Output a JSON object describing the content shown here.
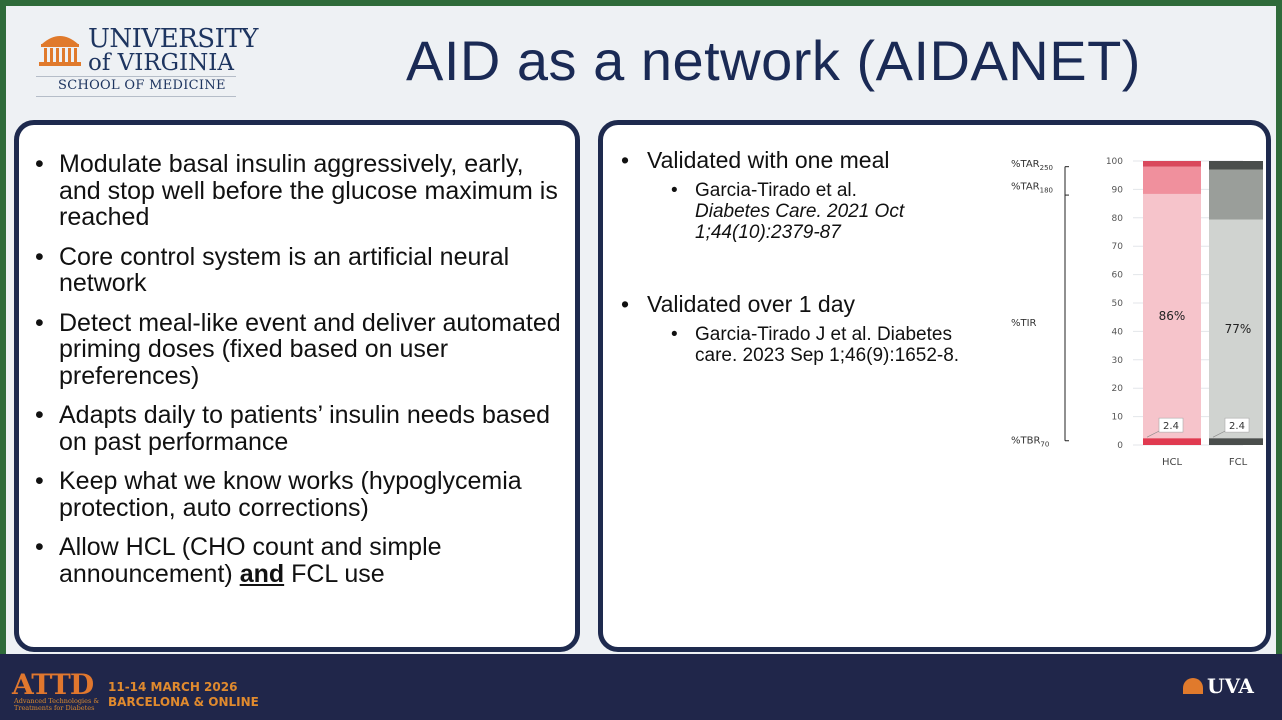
{
  "header": {
    "logo_line1": "UNIVERSITY",
    "logo_line2": "of VIRGINIA",
    "logo_line3": "SCHOOL OF MEDICINE",
    "title": "AID as a network (AIDANET)"
  },
  "left_panel": {
    "bullets": [
      "Modulate basal insulin aggressively, early, and stop well before the glucose maximum is reached",
      "Core control system is an artificial neural network",
      "Detect meal-like event and deliver automated priming doses (fixed based on user preferences)",
      "Adapts daily to patients’ insulin needs based on past performance",
      "Keep what we know works (hypoglycemia protection, auto corrections)"
    ],
    "last_bullet_pre": "Allow HCL (CHO count and simple announcement) ",
    "last_bullet_bold": "and",
    "last_bullet_post": " FCL use"
  },
  "right_panel": {
    "block1_head": "Validated with one meal",
    "block1_ref_plain": "Garcia-Tirado et al.",
    "block1_ref_italic": "Diabetes Care. 2021 Oct 1;44(10):2379-87",
    "block2_head": "Validated over 1 day",
    "block2_ref": "Garcia-Tirado J et al. Diabetes care. 2023 Sep 1;46(9):1652-8."
  },
  "chart_data": {
    "type": "bar",
    "stacked": true,
    "categories": [
      "HCL",
      "FCL"
    ],
    "ylim": [
      0,
      100
    ],
    "yticks": [
      0,
      10,
      20,
      30,
      40,
      50,
      60,
      70,
      80,
      90,
      100
    ],
    "segment_labels": [
      "%TBR70",
      "%TIR",
      "%TAR180",
      "%TAR250"
    ],
    "bars": [
      {
        "category": "HCL",
        "segments": [
          2.4,
          86,
          9.6,
          2
        ],
        "colors": [
          "#e03a50",
          "#f6c4cb",
          "#f0909d",
          "#d9485c"
        ],
        "tir_label": "86%",
        "tbr_label": "2.4"
      },
      {
        "category": "FCL",
        "segments": [
          2.4,
          77,
          17.6,
          3
        ],
        "colors": [
          "#4a4e4c",
          "#d0d3d0",
          "#9a9e9a",
          "#4a4e4c"
        ],
        "tir_label": "77%",
        "tbr_label": "2.4"
      }
    ],
    "grid": true
  },
  "footer": {
    "att_logo": "ATTD",
    "att_subtitle": "Advanced Technologies & Treatments for Diabetes",
    "dates": "11-14 MARCH 2026",
    "location": "BARCELONA & ONLINE",
    "uva_label": "UVA"
  },
  "colors": {
    "navy": "#1a2a55",
    "panel_border": "#1e2a4e",
    "footer_bg": "#20264a",
    "orange": "#e0772e"
  }
}
